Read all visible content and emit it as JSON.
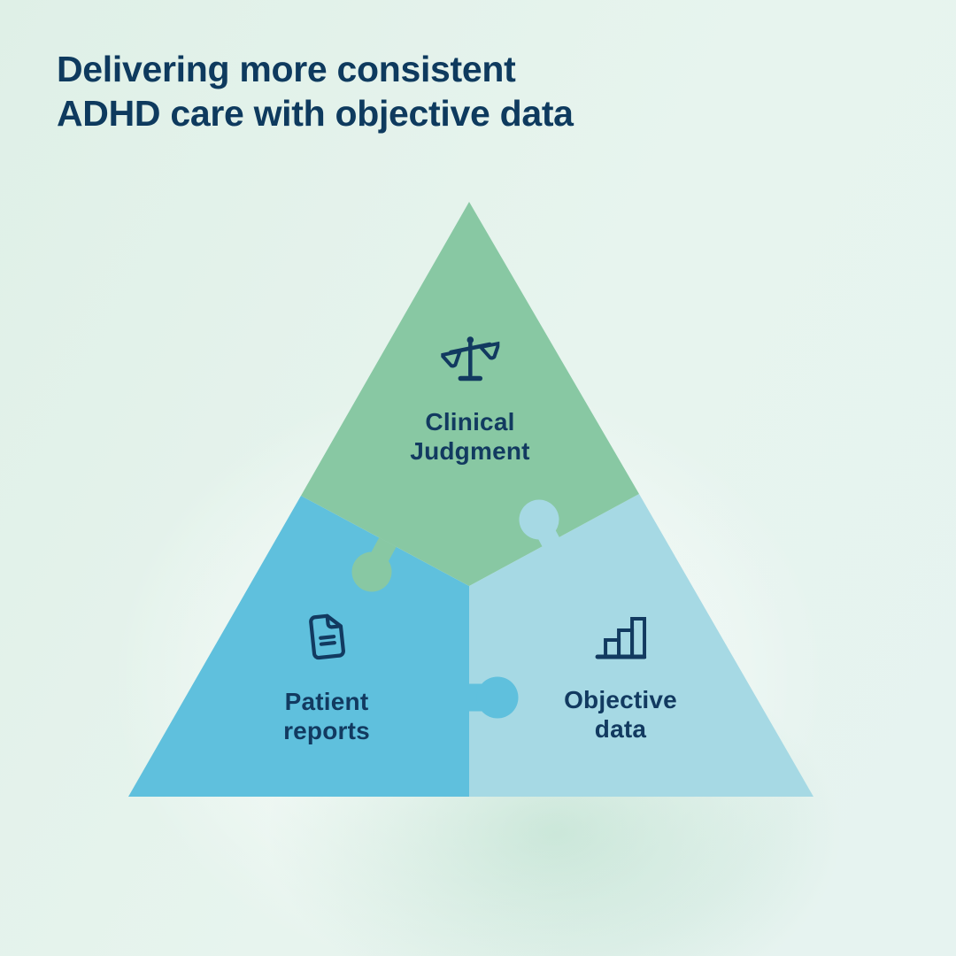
{
  "title": {
    "line1": "Delivering more consistent",
    "line2": "ADHD care with objective data"
  },
  "diagram": {
    "type": "puzzle-triangle",
    "pieces": [
      {
        "id": "clinical-judgment",
        "label_line1": "Clinical",
        "label_line2": "Judgment",
        "icon": "balance-scale-icon",
        "color": "#88c8a3"
      },
      {
        "id": "patient-reports",
        "label_line1": "Patient",
        "label_line2": "reports",
        "icon": "document-icon",
        "color": "#5fc0dd"
      },
      {
        "id": "objective-data",
        "label_line1": "Objective",
        "label_line2": "data",
        "icon": "bar-chart-icon",
        "color": "#a6d9e4"
      }
    ]
  },
  "colors": {
    "title_text": "#0e3a5e",
    "label_text": "#123a60",
    "icon_stroke": "#123a60",
    "piece_green": "#88c8a3",
    "piece_blue": "#5fc0dd",
    "piece_light_blue": "#a6d9e4",
    "background_mint": "#e4f2ec"
  }
}
